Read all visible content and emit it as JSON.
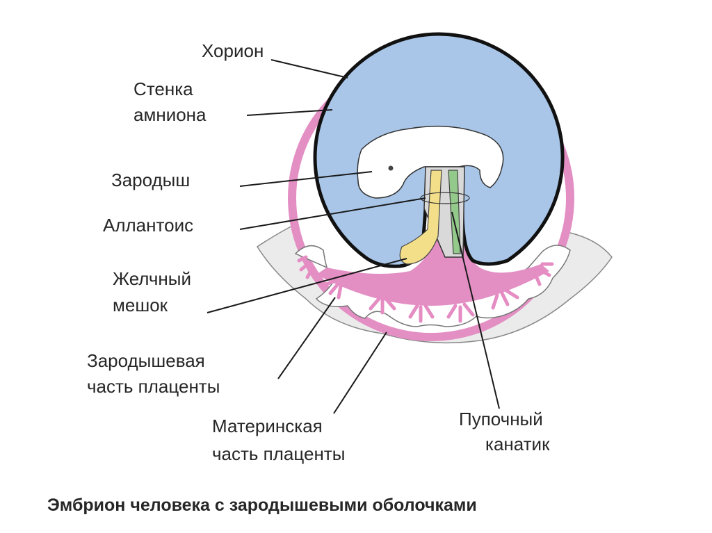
{
  "labels": {
    "chorion": "Хорион",
    "amnion_wall_1": "Стенка",
    "amnion_wall_2": "амниона",
    "embryo": "Зародыш",
    "allantois": "Аллантоис",
    "yolk_sac_1": "Желчный",
    "yolk_sac_2": "мешок",
    "fetal_placenta_1": "Зародышевая",
    "fetal_placenta_2": "часть плаценты",
    "maternal_placenta_1": "Материнская",
    "maternal_placenta_2": "часть плаценты",
    "umbilical_cord_1": "Пупочный",
    "umbilical_cord_2": "канатик"
  },
  "caption": "Эмбрион человека с зародышевыми оболочками",
  "colors": {
    "chorion": "#e38fc4",
    "amniotic_fluid": "#a9c6e8",
    "yolk": "#f3df8a",
    "allantois": "#93c98a",
    "placenta_bg": "#ececec"
  }
}
